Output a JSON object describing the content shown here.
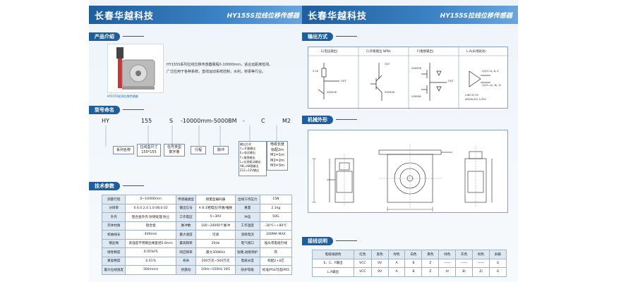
{
  "company": "长春华越科技",
  "product_title": "HY155S拉线位移传感器",
  "sections": {
    "intro": "产品介绍",
    "model": "型号命名",
    "spec": "技术参数",
    "output": "输出方式",
    "mech": "机械外形",
    "wiring": "接线说明"
  },
  "intro_text": [
    "HY155S系列拉线位移传感器量程0-10000mm，适合远距离检测。",
    "广泛应用于各种系统，直线运动系统控制，水利，桥梁等行业。"
  ],
  "product_caption": "HY155S拉线位移传感器",
  "model_code": [
    "HY",
    "155",
    "S",
    "-10000mm-5000BM",
    "-",
    "C",
    "M2"
  ],
  "model_boxes": [
    {
      "t": "系列名称"
    },
    {
      "t": "拉线盒尺寸\n155*155"
    },
    {
      "t": "信号类型\n数字量"
    },
    {
      "t": "行程"
    },
    {
      "t": "脉冲"
    },
    {
      "t": "输出方式\nC=开路输出\nE=电压输出\nF=推挽输出\nL=长线驱动输出\nAB=AB相输出\nZ12=12V输出"
    },
    {
      "t": "电缆长度\n标配2m\nM1=1m\nM2=2m\nM3=3m"
    }
  ],
  "spec_rows": [
    [
      "测量行程",
      "0~10000mm",
      "传感器类型",
      "增量型编码器",
      "出线工作压力",
      "15N"
    ],
    [
      "分辨率",
      "0.4,0.2,0.1,0.08,0.02",
      "输出信号",
      "A B Z相电压/开路/推挽",
      "重量",
      "2.1kg"
    ],
    [
      "外壳",
      "铝合金外壳 防锈处理 防尘",
      "工作电压",
      "5~30V",
      "冲击",
      "50G"
    ],
    [
      "壳体材质",
      "铝合金",
      "脉冲数",
      "100~20000个脉冲",
      "工作温度",
      "-30℃~+80℃"
    ],
    [
      "机械线长",
      "400mm",
      "最大速度",
      "可调",
      "消耗电流",
      "100MA MAX"
    ],
    [
      "钢丝绳",
      "高强度不锈钢丝绳直径0.6mm",
      "最高频率",
      "20Hz",
      "电气接口",
      "插头或电缆引线"
    ],
    [
      "线性精度",
      "0.05%FS",
      "响应频率",
      "最大300KHz",
      "短路,短接保护",
      "有"
    ],
    [
      "重复精度",
      "0.01%",
      "寿命",
      "200万次~500万次",
      "电缆长度",
      "标配2+4芯"
    ],
    [
      "最大拉线速度",
      "300mm/s",
      "抗震动",
      "10Hz~150Hz 10G",
      "防护等级",
      "标准IP54可选IP65"
    ]
  ],
  "output_types": [
    {
      "label": "E(电压输出)",
      "notes": [
        "5.1K",
        "2SD596",
        "OUT"
      ]
    },
    {
      "label": "C(开路输出 NPN)",
      "notes": [
        "2SD596",
        "OUT"
      ]
    },
    {
      "label": "F(推挽输出)",
      "notes": [
        "2SD596",
        "2SB596",
        "OUT"
      ]
    },
    {
      "label": "L.A(长线驱动)",
      "notes": [
        "Q/Q1=A, B, Z",
        "Q/Q1=A/, B/, Z/",
        "L26C31 5V",
        "AM26LS31 5-30V"
      ]
    }
  ],
  "wiring_header": [
    "电缆线颜色",
    "红色",
    "黑色",
    "绿色",
    "白色",
    "黄色",
    "绿色",
    "灰色",
    "棕色",
    "屏蔽"
  ],
  "wiring_rows": [
    [
      "E、C、F输出",
      "VCC",
      "0V",
      "A",
      "B",
      "Z",
      "——",
      "——",
      "——",
      "G"
    ],
    [
      "L.A输出",
      "VCC",
      "0V",
      "A",
      "B",
      "Z",
      "A/",
      "B/",
      "Z/",
      "G"
    ]
  ]
}
